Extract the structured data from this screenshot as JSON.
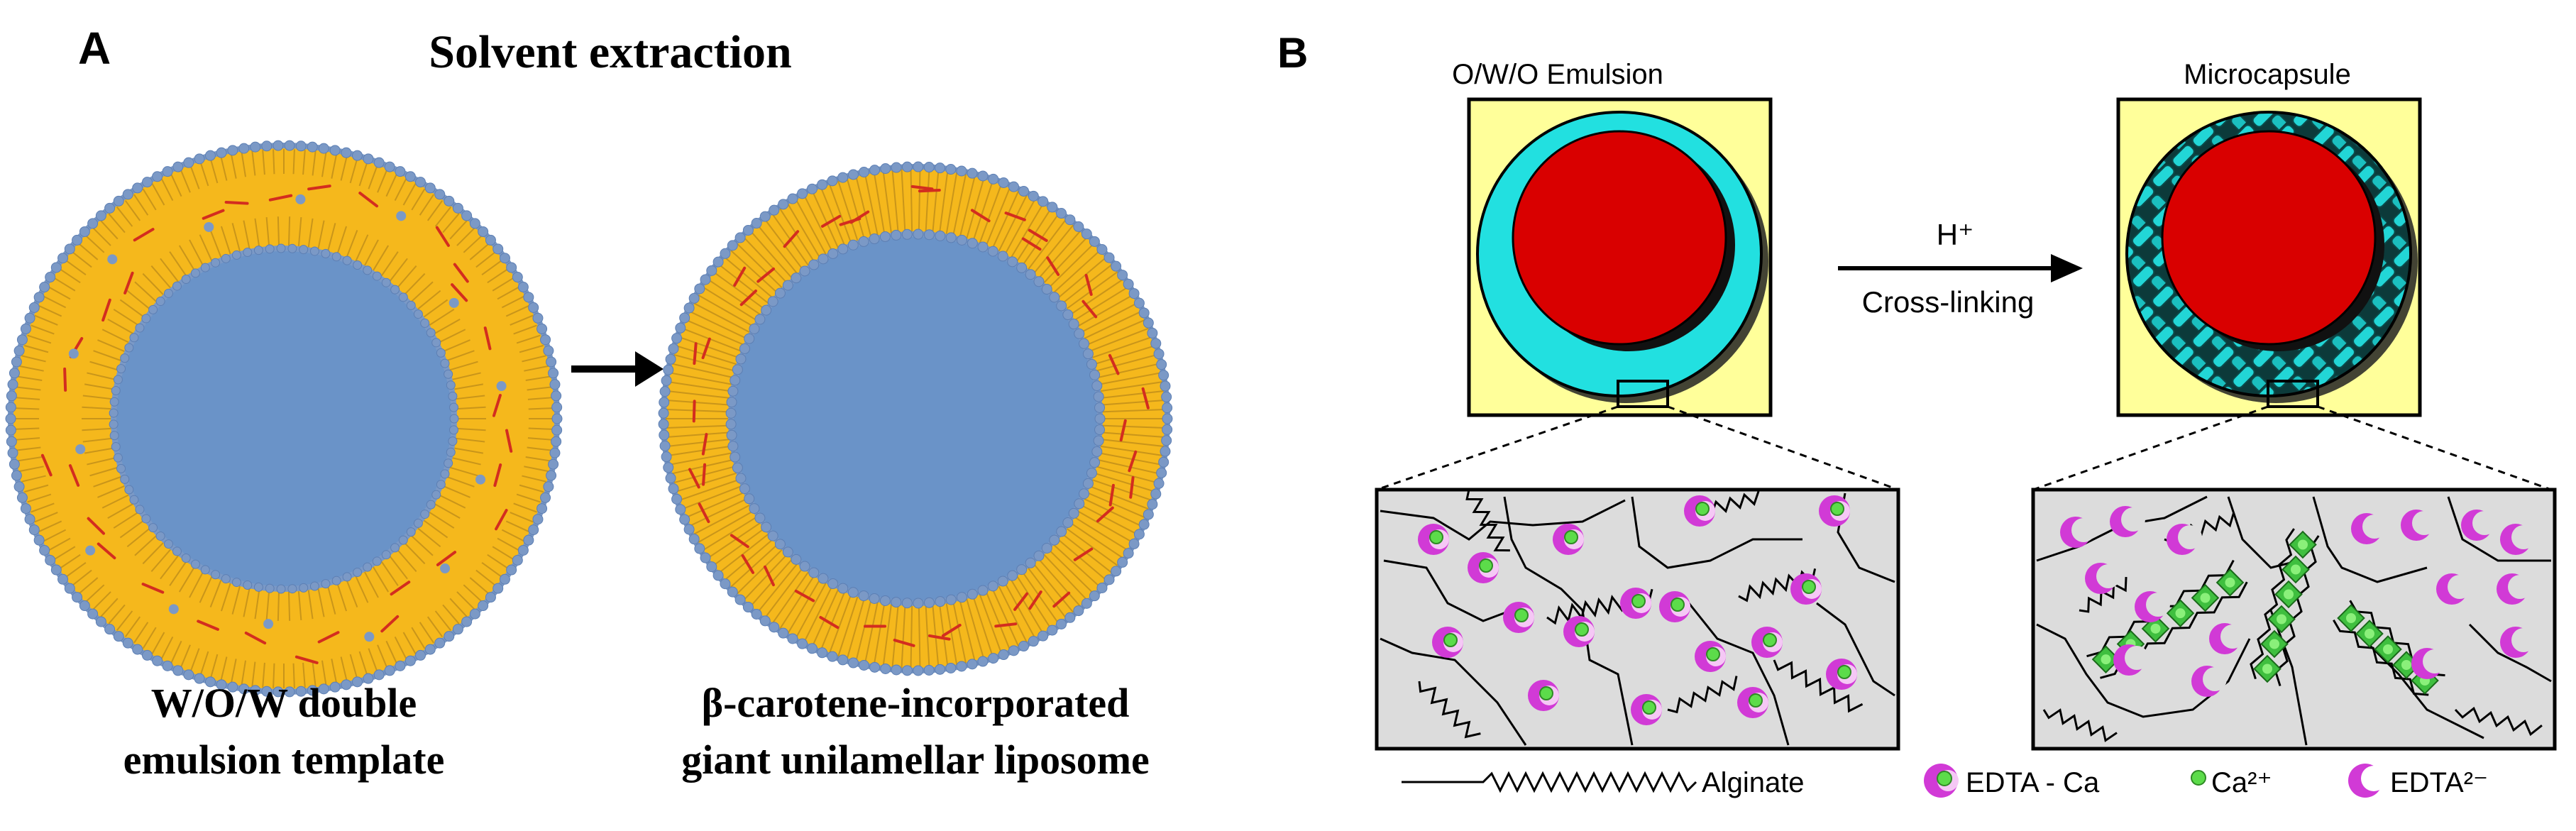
{
  "panel_a": {
    "label": "A",
    "title": "Solvent extraction",
    "left_caption": [
      "W/O/W double",
      "emulsion template"
    ],
    "right_caption": [
      "β-carotene-incorporated",
      "giant unilamellar liposome"
    ]
  },
  "panel_b": {
    "label": "B",
    "left_box_title": "O/W/O Emulsion",
    "right_box_title": "Microcapsule",
    "arrow_top": "H⁺",
    "arrow_bottom": "Cross-linking",
    "legend": {
      "alginate": "Alginate",
      "edta_ca": "EDTA - Ca",
      "ca": "Ca²⁺",
      "edta": "EDTA²⁻"
    }
  },
  "colors": {
    "liposome_core": "#6a93c8",
    "liposome_shell": "#f5b81c",
    "headgroup": "#7b99c6",
    "carotene": "#d32d1f",
    "box_fill": "#ffff9a",
    "cyan_shell": "#22e0e0",
    "red_core": "#d90000",
    "zoom_bg": "#dcdcdc",
    "magenta": "#d13ad6",
    "green": "#5cdc4a"
  }
}
